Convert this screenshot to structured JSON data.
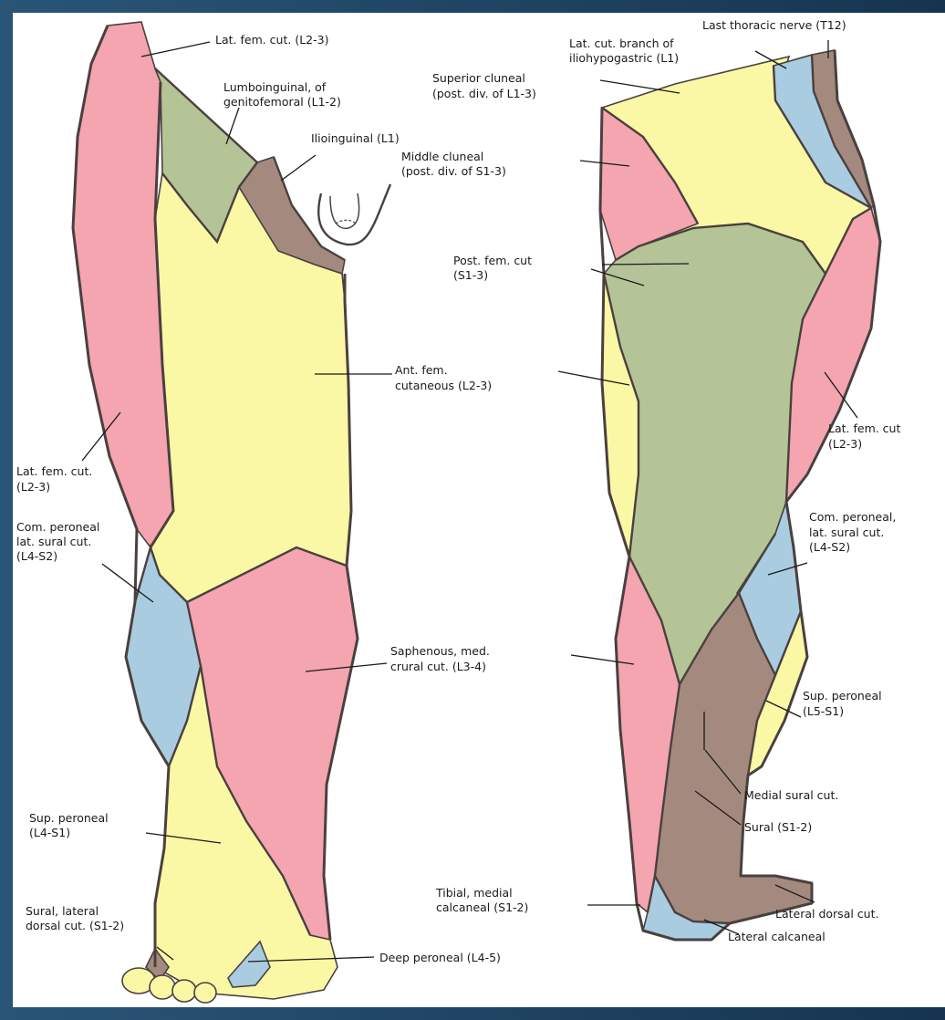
{
  "colors": {
    "pink": "#f4a5b0",
    "yellow": "#fbf8a5",
    "green": "#b4c496",
    "blue": "#a9cce0",
    "brown": "#a48a7e",
    "outline": "#4a4040",
    "frame": "#1c3f5c"
  },
  "anterior": {
    "lat_fem_cut_top": "Lat. fem. cut. (L2-3)",
    "lumboinguinal_1": "Lumboinguinal, of",
    "lumboinguinal_2": "genitofemoral (L1-2)",
    "ilioinguinal": "Ilioinguinal (L1)",
    "ant_fem_1": "Ant. fem.",
    "ant_fem_2": "cutaneous (L2-3)",
    "lat_fem_left_1": "Lat. fem. cut.",
    "lat_fem_left_2": "(L2-3)",
    "com_peroneal_1": "Com. peroneal",
    "com_peroneal_2": "lat. sural cut.",
    "com_peroneal_3": "(L4-S2)",
    "saphenous_1": "Saphenous, med.",
    "saphenous_2": "crural cut. (L3-4)",
    "sup_peroneal_1": "Sup. peroneal",
    "sup_peroneal_2": "(L4-S1)",
    "sural_lateral_1": "Sural, lateral",
    "sural_lateral_2": "dorsal cut. (S1-2)",
    "deep_peroneal": "Deep peroneal (L4-5)"
  },
  "posterior": {
    "last_thoracic": "Last thoracic nerve (T12)",
    "lat_cut_branch_1": "Lat. cut. branch of",
    "lat_cut_branch_2": "iliohypogastric (L1)",
    "superior_cluneal_1": "Superior cluneal",
    "superior_cluneal_2": "(post. div. of L1-3)",
    "middle_cluneal_1": "Middle cluneal",
    "middle_cluneal_2": "(post. div. of S1-3)",
    "post_fem_1": "Post. fem. cut",
    "post_fem_2": "(S1-3)",
    "lat_fem_right_1": "Lat. fem. cut",
    "lat_fem_right_2": "(L2-3)",
    "com_peroneal_1": "Com. peroneal,",
    "com_peroneal_2": "lat. sural cut.",
    "com_peroneal_3": "(L4-S2)",
    "sup_peroneal_1": "Sup. peroneal",
    "sup_peroneal_2": "(L5-S1)",
    "medial_sural": "Medial sural cut.",
    "sural": "Sural (S1-2)",
    "tibial_1": "Tibial, medial",
    "tibial_2": "calcaneal (S1-2)",
    "lateral_dorsal": "Lateral dorsal cut.",
    "lateral_calcaneal": "Lateral calcaneal"
  }
}
